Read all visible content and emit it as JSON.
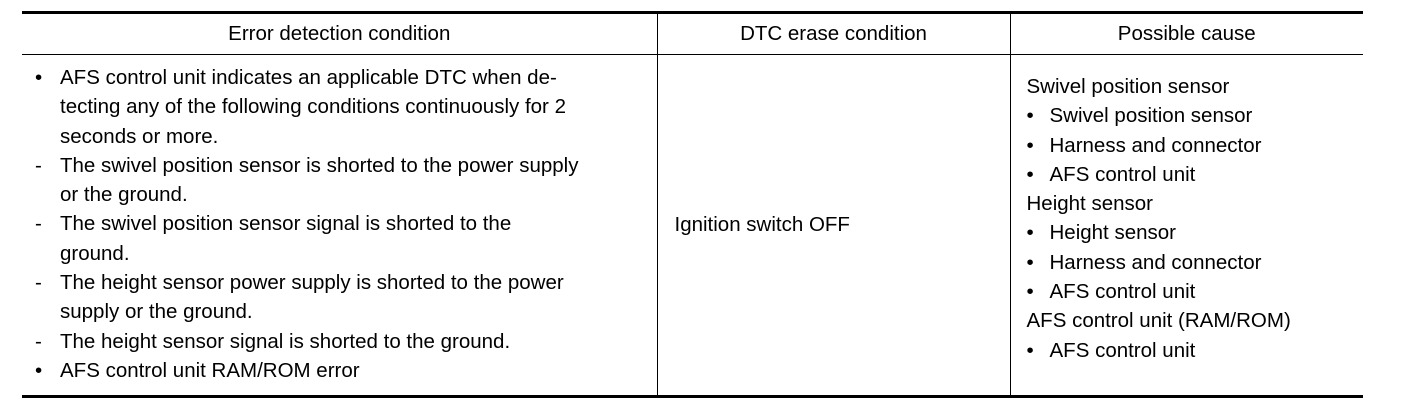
{
  "table": {
    "headers": [
      "Error detection condition",
      "DTC erase condition",
      "Possible cause"
    ],
    "detection": [
      {
        "marker": "•",
        "text": "AFS control unit indicates an applicable DTC when de-tecting any of the following conditions continuously for 2 seconds or more."
      },
      {
        "marker": "-",
        "text": "The swivel position sensor is shorted to the power supply or the ground."
      },
      {
        "marker": "-",
        "text": "The swivel position sensor signal is shorted to the ground."
      },
      {
        "marker": "-",
        "text": "The height sensor power supply is shorted to the power supply or the ground."
      },
      {
        "marker": "-",
        "text": "The height sensor signal is shorted to the ground."
      },
      {
        "marker": "•",
        "text": "AFS control unit RAM/ROM error"
      }
    ],
    "erase": "Ignition switch OFF",
    "causes": [
      {
        "group": "Swivel position sensor",
        "items": [
          "Swivel position sensor",
          "Harness and connector",
          "AFS control unit"
        ]
      },
      {
        "group": "Height sensor",
        "items": [
          "Height sensor",
          "Harness and connector",
          "AFS control unit"
        ]
      },
      {
        "group": "AFS control unit (RAM/ROM)",
        "items": [
          "AFS control unit"
        ]
      }
    ]
  }
}
